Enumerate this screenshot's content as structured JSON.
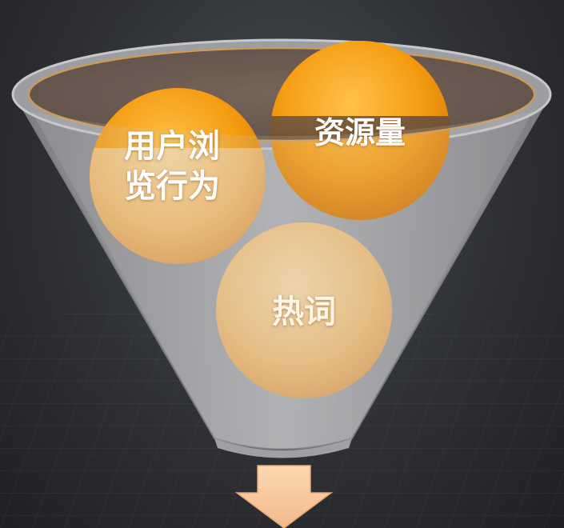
{
  "funnel": {
    "items": [
      {
        "label": "用户浏\n览行为"
      },
      {
        "label": "资源量"
      },
      {
        "label": "热词"
      }
    ]
  },
  "colors": {
    "background": "#2e3034",
    "funnel_body": "#a7a8ab",
    "funnel_rim": "#d9a15a",
    "ball_orange": "#f39a14",
    "ball_light": "#f4c27c",
    "arrow": "#f7c89a"
  },
  "icons": {
    "output_arrow": "down-arrow-icon"
  }
}
